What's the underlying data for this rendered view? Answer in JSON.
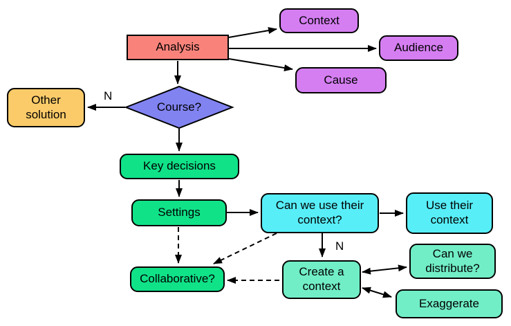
{
  "diagram": {
    "line_color": "#000000",
    "nodes": {
      "analysis": {
        "label": "Analysis",
        "color": "#f9837b"
      },
      "context": {
        "label": "Context",
        "color": "#d57ef2"
      },
      "audience": {
        "label": "Audience",
        "color": "#d57ef2"
      },
      "cause": {
        "label": "Cause",
        "color": "#d57ef2"
      },
      "course": {
        "label": "Course?",
        "color": "#8183f1"
      },
      "other_solution": {
        "label": "Other\nsolution",
        "color": "#fbcb69"
      },
      "key_decisions": {
        "label": "Key decisions",
        "color": "#10e288"
      },
      "settings": {
        "label": "Settings",
        "color": "#10e288"
      },
      "collaborative": {
        "label": "Collaborative?",
        "color": "#10e288"
      },
      "can_we_use_context": {
        "label": "Can we use their\ncontext?",
        "color": "#57eef8"
      },
      "use_their_context": {
        "label": "Use their\ncontext",
        "color": "#57eef8"
      },
      "create_context": {
        "label": "Create a\ncontext",
        "color": "#71eec6"
      },
      "can_we_distribute": {
        "label": "Can we\ndistribute?",
        "color": "#71eec6"
      },
      "exaggerate": {
        "label": "Exaggerate",
        "color": "#71eec6"
      }
    },
    "edge_labels": {
      "course_no": "N",
      "use_context_no": "N"
    }
  }
}
